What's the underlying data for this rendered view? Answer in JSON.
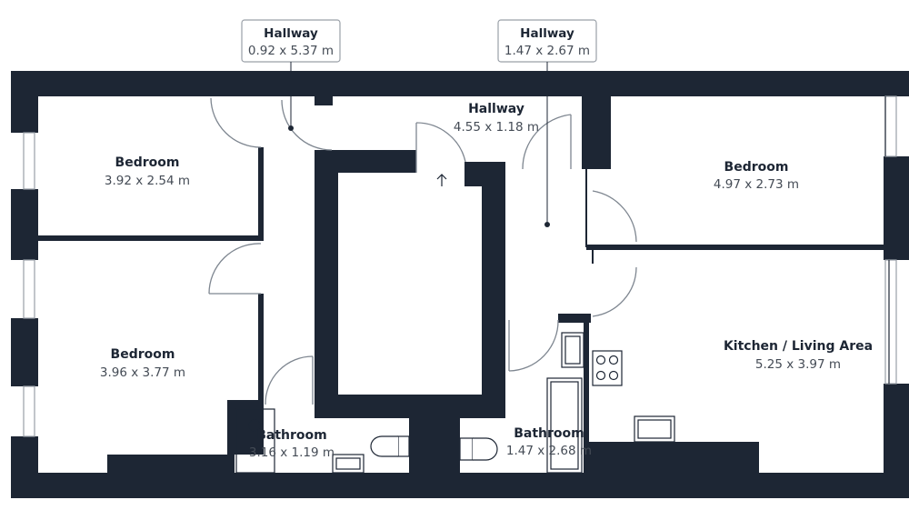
{
  "plan": {
    "colors": {
      "wall": "#1d2634",
      "line": "#1d2634",
      "door": "#7e8690",
      "window": "#9aa0a8",
      "bg": "#ffffff"
    },
    "rooms": [
      {
        "id": "bedroom-1",
        "name": "Bedroom",
        "dim": "3.92 x 2.54 m"
      },
      {
        "id": "bedroom-2",
        "name": "Bedroom",
        "dim": "3.96 x 3.77 m"
      },
      {
        "id": "bathroom-1",
        "name": "Bathroom",
        "dim": "3.16 x 1.19 m"
      },
      {
        "id": "hallway-top",
        "name": "Hallway",
        "dim": "4.55 x 1.18 m"
      },
      {
        "id": "bedroom-3",
        "name": "Bedroom",
        "dim": "4.97 x 2.73 m"
      },
      {
        "id": "kitchen",
        "name": "Kitchen / Living Area",
        "dim": "5.25 x 3.97 m"
      },
      {
        "id": "bathroom-2",
        "name": "Bathroom",
        "dim": "1.47 x 2.68 m"
      }
    ],
    "callouts": [
      {
        "id": "hallway-left",
        "name": "Hallway",
        "dim": "0.92 x 5.37 m"
      },
      {
        "id": "hallway-right",
        "name": "Hallway",
        "dim": "1.47 x 2.67 m"
      }
    ]
  }
}
